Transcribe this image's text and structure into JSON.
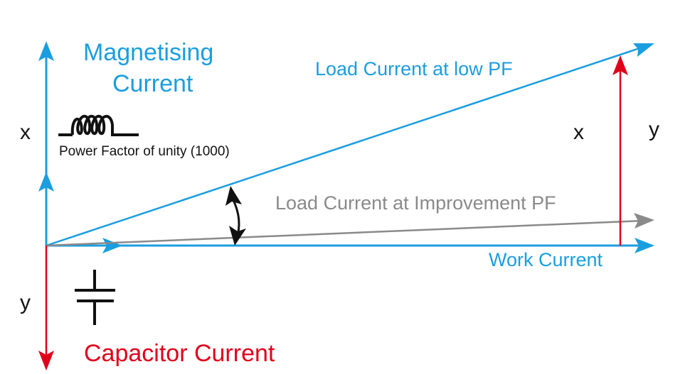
{
  "labels": {
    "magnetising_line1": "Magnetising",
    "magnetising_line2": "Current",
    "power_factor": "Power Factor of unity (1000)",
    "load_low_pf": "Load Current at low PF",
    "load_improved_pf": "Load Current at Improvement PF",
    "work_current": "Work Current",
    "capacitor_current": "Capacitor Current",
    "x_left": "x",
    "y_left": "y",
    "x_right": "x",
    "y_right": "y"
  },
  "colors": {
    "blue": "#1a9ee0",
    "red": "#e0001a",
    "gray": "#8a8a8a",
    "black": "#111111"
  },
  "icons": [
    "inductor-icon",
    "capacitor-icon",
    "angle-arrow-icon"
  ]
}
